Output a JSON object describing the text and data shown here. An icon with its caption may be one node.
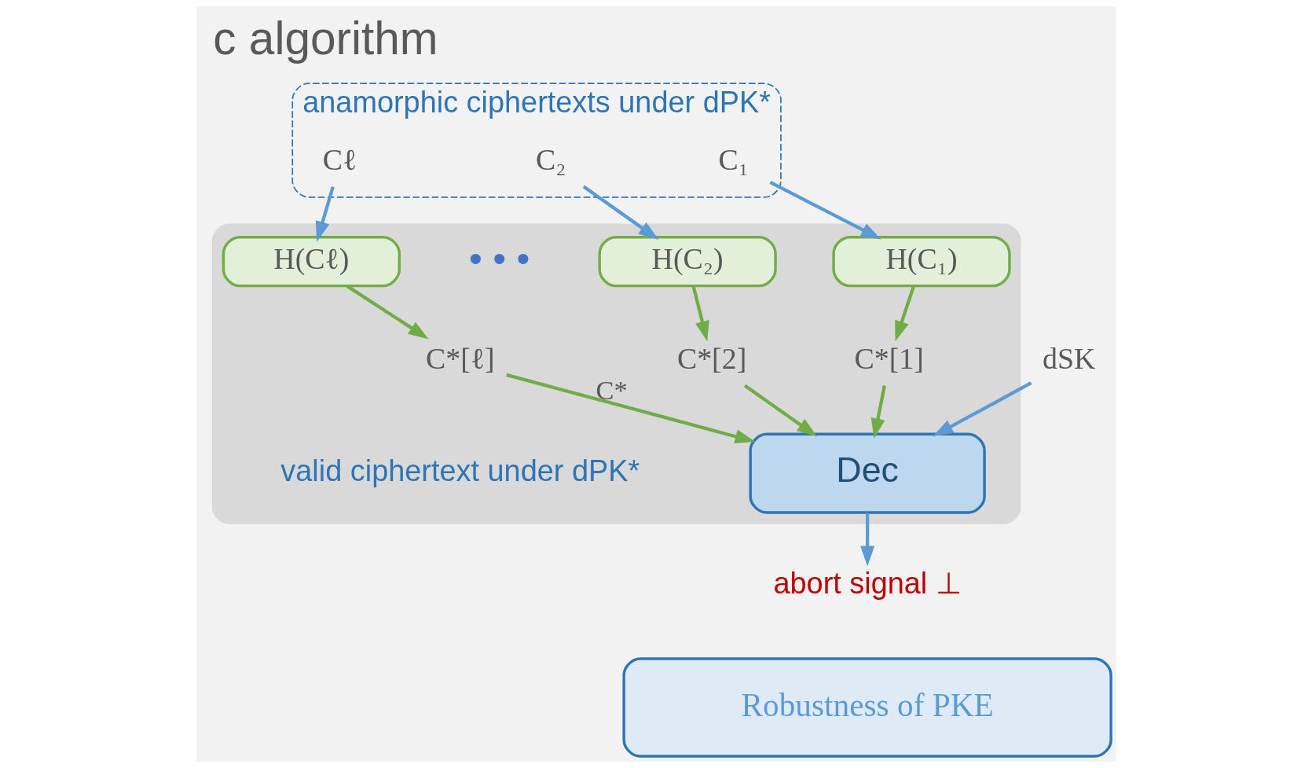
{
  "diagram": {
    "title": "c algorithm",
    "nodes": [
      {
        "text": [
          "anamorphic ciphertexts under dPK*"
        ]
      },
      {
        "text": [
          "C₁"
        ],
        "in": 0
      },
      {
        "text": [
          "C₂"
        ],
        "in": 0
      },
      {
        "text": [
          "Cℓ"
        ],
        "in": 0
      },
      {
        "text": [
          "dSK"
        ]
      },
      {
        "text": [],
        "shape": "box"
      },
      {
        "text": [
          "H(C₁)"
        ],
        "in": 5
      },
      {
        "text": [
          "H(C₂)"
        ],
        "in": 5
      },
      {
        "text": [
          "H(Cℓ)"
        ],
        "in": 5
      },
      {
        "text": [
          "C*[1]"
        ],
        "in": 5
      },
      {
        "text": [
          "C*[2]"
        ],
        "in": 5
      },
      {
        "text": [
          "C*[ℓ]"
        ],
        "in": 5
      },
      {
        "text": [
          "Dec"
        ],
        "in": 5
      },
      {
        "text": [
          "abort signal ⊥"
        ]
      },
      {
        "text": [
          "Robustness of PKE"
        ]
      }
    ],
    "edges": [
      {
        "from": 1,
        "to": 6,
        "arrow": "to",
        "color": "#5b9bd5"
      },
      {
        "from": 2,
        "to": 7,
        "arrow": "to",
        "color": "#5b9bd5"
      },
      {
        "from": 3,
        "to": 8,
        "arrow": "to",
        "color": "#5b9bd5"
      },
      {
        "from": 6,
        "to": 9,
        "arrow": "to"
      },
      {
        "from": 7,
        "to": 10,
        "arrow": "to"
      },
      {
        "from": 8,
        "to": 11,
        "arrow": "to"
      },
      {
        "from": 9,
        "to": 12,
        "arrow": "to"
      },
      {
        "from": 10,
        "to": 12,
        "arrow": "to"
      },
      {
        "from": 11,
        "to": 12,
        "arrow": "to",
        "label": "C*"
      },
      {
        "from": 4,
        "to": 12,
        "arrow": "to",
        "color": "#5b9bd5"
      },
      {
        "from": 12,
        "to": 13,
        "arrow": "to",
        "color": "#5b9bd5"
      }
    ],
    "labels": [
      "• • •",
      "valid ciphertext under dPK*"
    ]
  }
}
